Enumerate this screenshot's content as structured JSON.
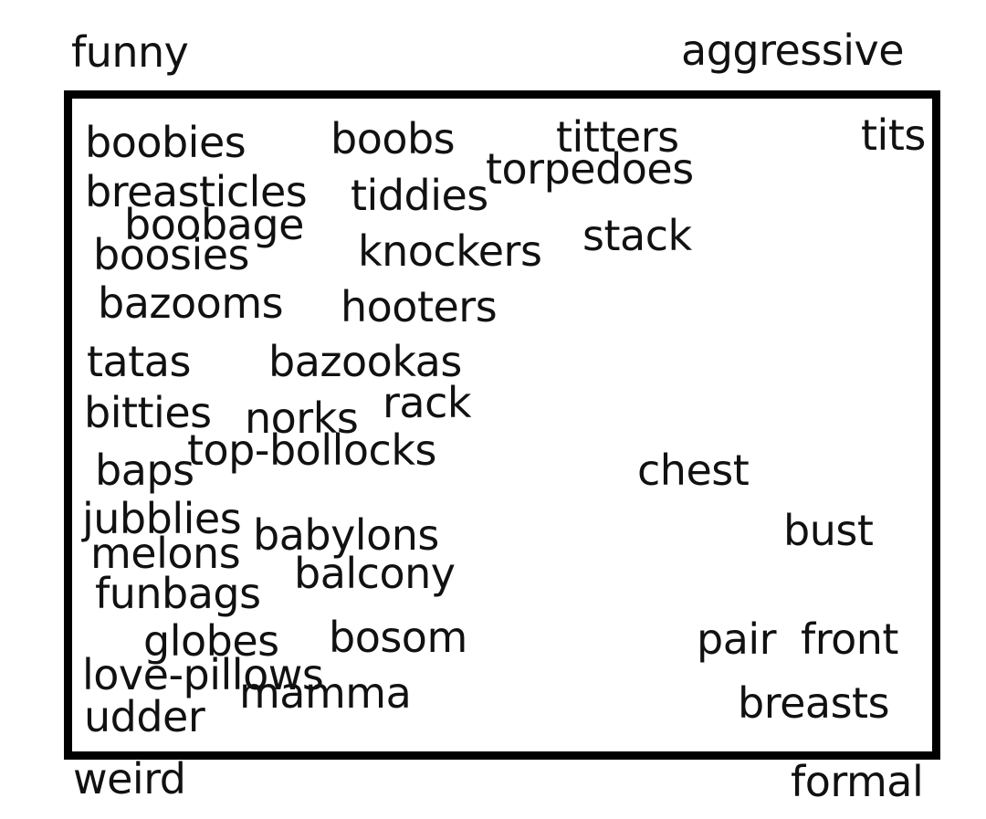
{
  "corners": {
    "top_left": "funny",
    "top_right": "aggressive",
    "bottom_left": "weird",
    "bottom_right": "formal"
  },
  "words": [
    "boobies",
    "boobs",
    "titters",
    "tits",
    "torpedoes",
    "breasticles",
    "tiddies",
    "boobage",
    "boosies",
    "knockers",
    "stack",
    "bazooms",
    "hooters",
    "tatas",
    "bazookas",
    "rack",
    "bitties",
    "norks",
    "top-bollocks",
    "baps",
    "chest",
    "jubblies",
    "babylons",
    "bust",
    "melons",
    "balcony",
    "funbags",
    "globes",
    "bosom",
    "pair",
    "front",
    "love-pillows",
    "mamma",
    "breasts",
    "udder"
  ]
}
